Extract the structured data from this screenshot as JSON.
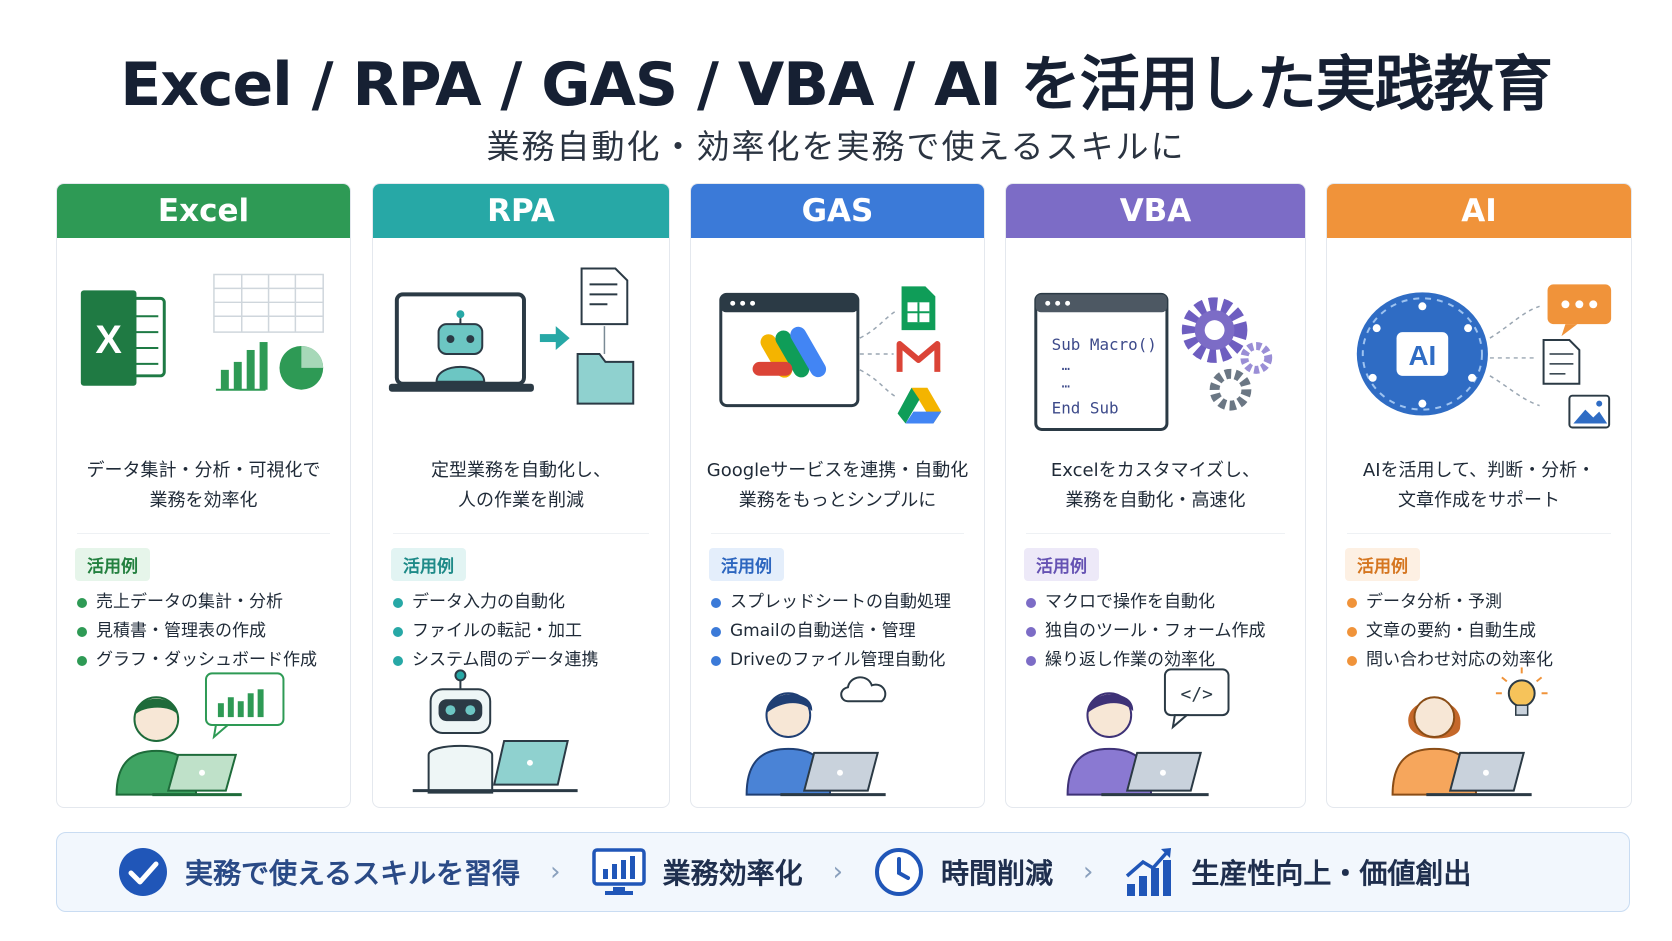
{
  "title": "Excel / RPA / GAS / VBA / AI を活用した実践教育",
  "subtitle": "業務自動化・効率化を実務で使えるスキルに",
  "example_label": "活用例",
  "cards": [
    {
      "name": "Excel",
      "color": "#2e9a55",
      "tag_bg": "#e6f5ea",
      "tag_fg": "#23803f",
      "desc": [
        "データ集計・分析・可視化で",
        "業務を効率化"
      ],
      "uses": [
        "売上データの集計・分析",
        "見積書・管理表の作成",
        "グラフ・ダッシュボード作成"
      ],
      "icons": [
        "excel-logo-icon",
        "spreadsheet-icon",
        "bar-chart-icon",
        "pie-chart-icon"
      ]
    },
    {
      "name": "RPA",
      "color": "#27a8a6",
      "tag_bg": "#e2f4f3",
      "tag_fg": "#1e8a88",
      "desc": [
        "定型業務を自動化し、",
        "人の作業を削減"
      ],
      "uses": [
        "データ入力の自動化",
        "ファイルの転記・加工",
        "システム間のデータ連携"
      ],
      "icons": [
        "laptop-robot-icon",
        "arrow-right-icon",
        "document-icon",
        "folder-icon"
      ]
    },
    {
      "name": "GAS",
      "color": "#3b7ad8",
      "tag_bg": "#e4eefb",
      "tag_fg": "#2d66bf",
      "desc": [
        "Googleサービスを連携・自動化",
        "業務をもっとシンプルに"
      ],
      "uses": [
        "スプレッドシートの自動処理",
        "Gmailの自動送信・管理",
        "Driveのファイル管理自動化"
      ],
      "icons": [
        "apps-script-icon",
        "sheets-icon",
        "gmail-icon",
        "drive-icon"
      ]
    },
    {
      "name": "VBA",
      "color": "#7c6cc6",
      "tag_bg": "#ede9f8",
      "tag_fg": "#6552b3",
      "desc": [
        "Excelをカスタマイズし、",
        "業務を自動化・高速化"
      ],
      "uses": [
        "マクロで操作を自動化",
        "独自のツール・フォーム作成",
        "繰り返し作業の効率化"
      ],
      "code": [
        "Sub Macro()",
        "…",
        "…",
        "End Sub"
      ],
      "icons": [
        "code-window-icon",
        "gear-icon"
      ]
    },
    {
      "name": "AI",
      "color": "#f0933a",
      "tag_bg": "#fdf0e3",
      "tag_fg": "#d57620",
      "desc": [
        "AIを活用して、判断・分析・",
        "文章作成をサポート"
      ],
      "uses": [
        "データ分析・予測",
        "文章の要約・自動生成",
        "問い合わせ対応の効率化"
      ],
      "brain_text": "AI",
      "icons": [
        "ai-brain-icon",
        "chat-bubble-icon",
        "document-icon",
        "image-icon"
      ]
    }
  ],
  "bottom": [
    {
      "label": "実務で使えるスキルを習得",
      "icon": "check-circle-icon"
    },
    {
      "label": "業務効率化",
      "icon": "monitor-chart-icon"
    },
    {
      "label": "時間削減",
      "icon": "clock-icon"
    },
    {
      "label": "生産性向上・価値創出",
      "icon": "growth-chart-icon"
    }
  ],
  "chevron": "›"
}
